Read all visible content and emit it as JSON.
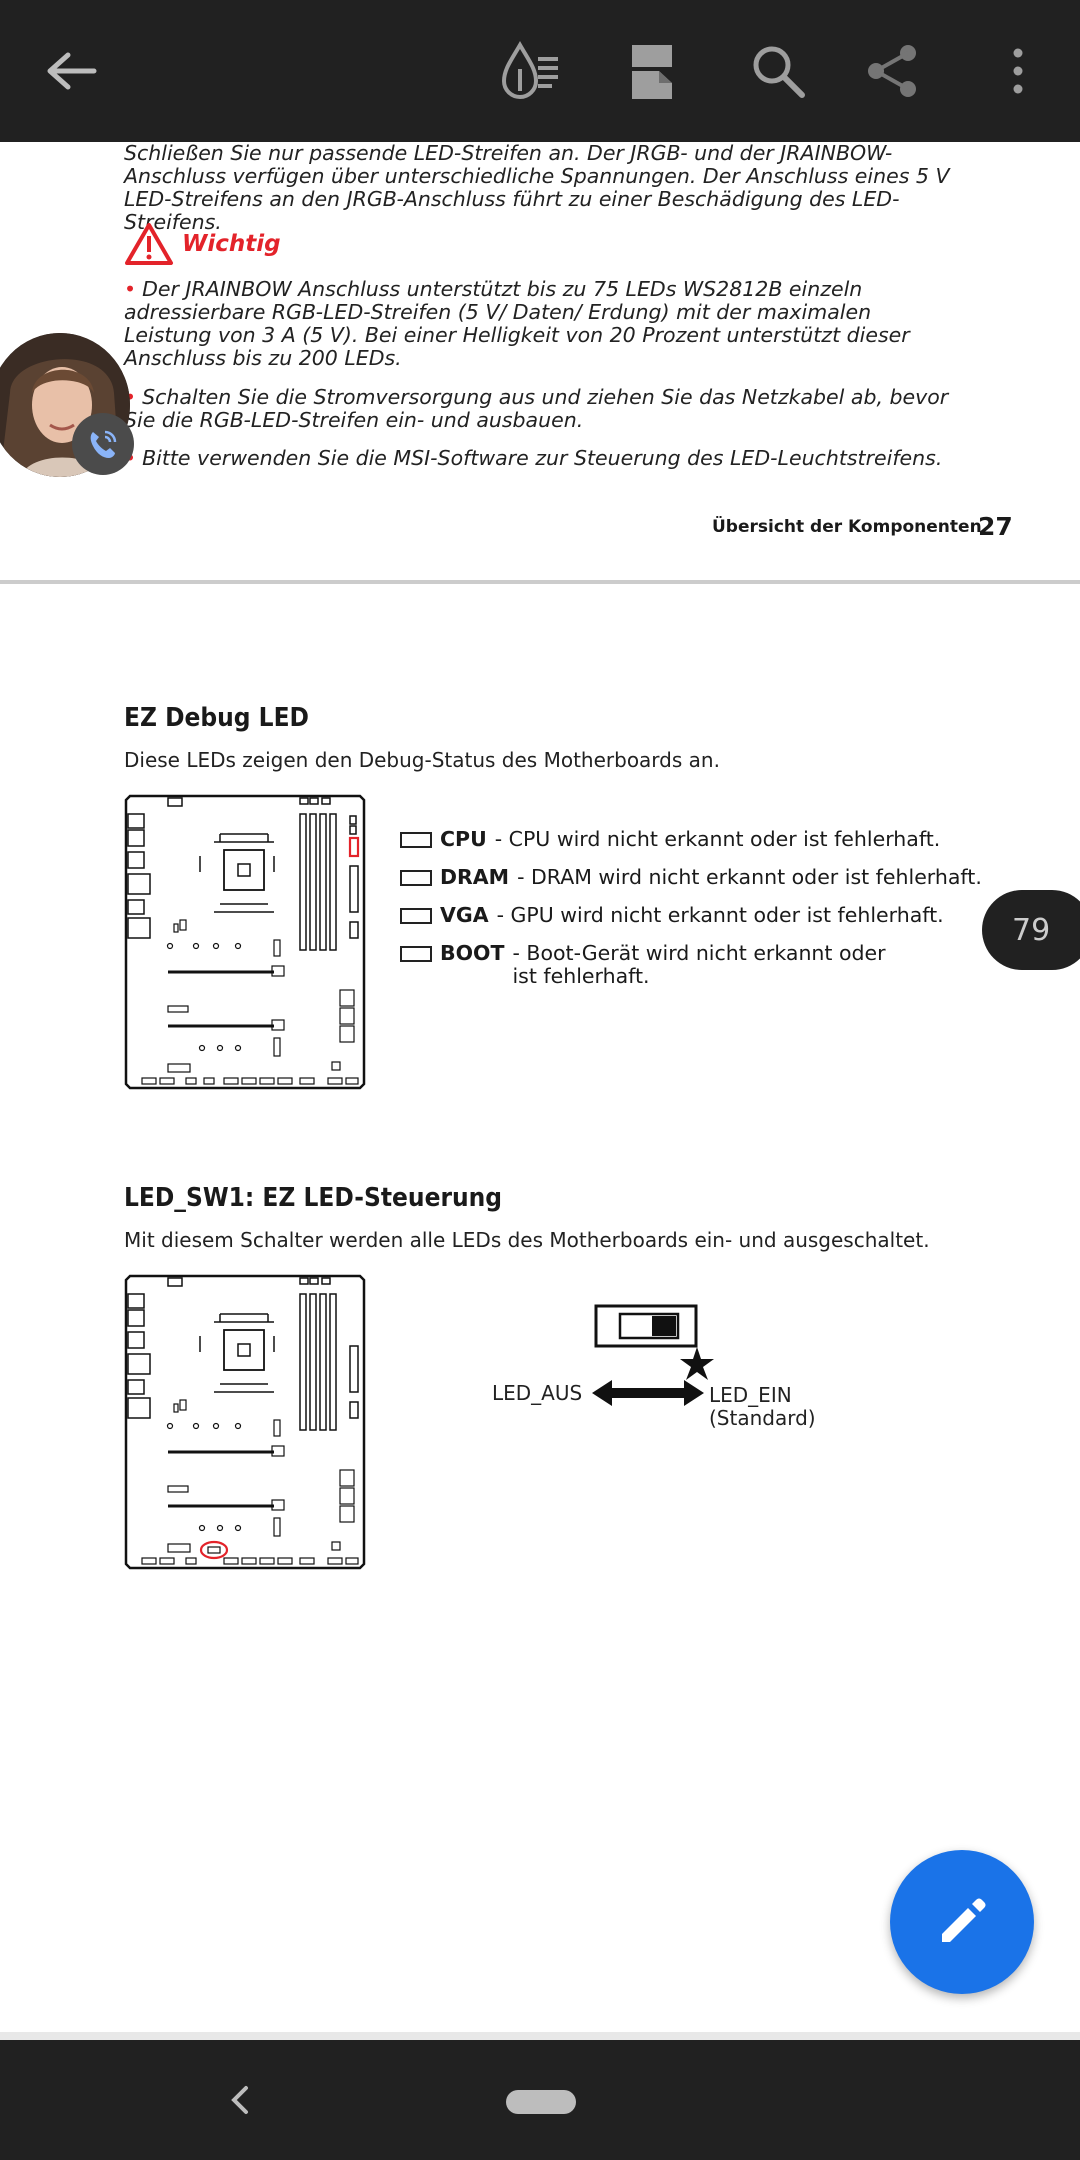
{
  "toolbar": {
    "back_icon": "arrow-left-icon",
    "icons": [
      "reflow-text-icon",
      "page-layout-icon",
      "search-icon",
      "share-icon",
      "more-vert-icon"
    ]
  },
  "page1": {
    "warning_text": "Schließen Sie nur passende LED-Streifen an. Der JRGB- und der JRAINBOW-Anschluss verfügen über unterschiedliche Spannungen. Der Anschluss eines 5 V LED-Streifens an den JRGB-Anschluss führt zu einer Beschädigung des LED-Streifens.",
    "important_label": "Wichtig",
    "bullets": [
      "Der JRAINBOW Anschluss unterstützt bis zu 75 LEDs WS2812B einzeln adressierbare RGB-LED-Streifen (5 V/ Daten/ Erdung) mit der maximalen Leistung von 3 A (5 V). Bei einer Helligkeit von 20 Prozent unterstützt dieser Anschluss bis zu 200 LEDs.",
      "Schalten Sie die Stromversorgung aus und ziehen Sie das Netzkabel ab, bevor Sie die RGB-LED-Streifen ein- und ausbauen.",
      "Bitte verwenden Sie die MSI-Software zur Steuerung des LED-Leuchtstreifens."
    ],
    "footer_section": "Übersicht der Komponenten",
    "footer_page": "27"
  },
  "page2": {
    "ez_debug": {
      "title": "EZ Debug LED",
      "description": "Diese LEDs zeigen den Debug-Status des Motherboards an.",
      "legend": [
        {
          "key": "CPU",
          "text": "- CPU wird nicht erkannt oder ist fehlerhaft."
        },
        {
          "key": "DRAM",
          "text": "- DRAM wird nicht erkannt oder ist fehlerhaft."
        },
        {
          "key": "VGA",
          "text": "- GPU wird nicht erkannt oder ist fehlerhaft."
        },
        {
          "key": "BOOT",
          "text": "- Boot-Gerät wird nicht erkannt oder ist fehlerhaft."
        }
      ]
    },
    "led_sw1": {
      "title": "LED_SW1: EZ LED-Steuerung",
      "description": "Mit diesem Schalter werden alle LEDs des Motherboards ein- und ausgeschaltet.",
      "label_off": "LED_AUS",
      "label_on": "LED_EIN",
      "label_default": "(Standard)"
    }
  },
  "page_indicator": "79",
  "fab_icon": "edit-pencil-icon",
  "colors": {
    "toolbar_bg": "#212121",
    "accent_red": "#e3232a",
    "fab_blue": "#1a73e8"
  }
}
